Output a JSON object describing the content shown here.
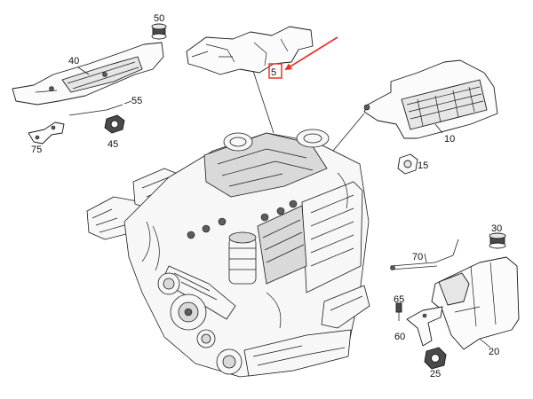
{
  "diagram": {
    "callouts": {
      "p5": "5",
      "p10": "10",
      "p15": "15",
      "p20": "20",
      "p25": "25",
      "p30": "30",
      "p40": "40",
      "p45": "45",
      "p50": "50",
      "p55": "55",
      "p60": "60",
      "p65": "65",
      "p70": "70",
      "p75": "75"
    },
    "highlight": {
      "target": "5",
      "color": "#e8352b"
    },
    "colors": {
      "line": "#1a1a1a",
      "background": "#ffffff"
    }
  }
}
